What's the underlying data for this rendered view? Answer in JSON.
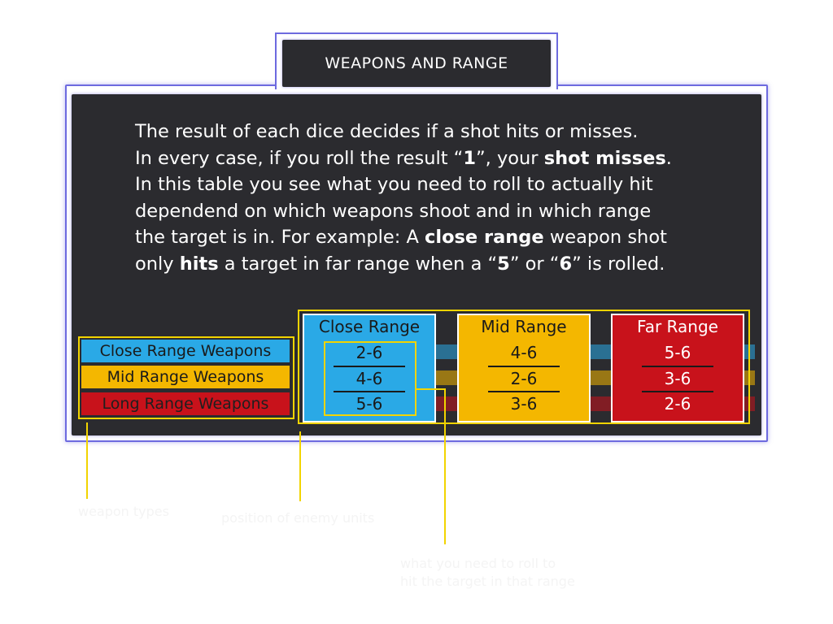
{
  "header": {
    "title": "WEAPONS AND RANGE"
  },
  "intro": {
    "line1": "The result of each dice decides if a shot hits or misses.",
    "line2_a": "In every case, if you roll the result “",
    "line2_b": "1",
    "line2_c": "”, your ",
    "line2_d": "shot misses",
    "line2_e": ".",
    "line3": "In this table you see what you need to roll to actually hit",
    "line4": "dependend on which weapons shoot and in which range",
    "line5_a": "the target is in. For example: A ",
    "line5_b": "close range",
    "line5_c": " weapon shot",
    "line6_a": "only ",
    "line6_b": "hits",
    "line6_c": " a target in far range when a “",
    "line6_d": "5",
    "line6_e": "” or “",
    "line6_f": "6",
    "line6_g": "” is rolled."
  },
  "legend": {
    "close": "Close Range Weapons",
    "mid": "Mid Range Weapons",
    "long": "Long Range Weapons"
  },
  "table": {
    "columns": [
      {
        "name": "Close Range",
        "values": [
          "2-6",
          "4-6",
          "5-6"
        ]
      },
      {
        "name": "Mid Range",
        "values": [
          "4-6",
          "2-6",
          "3-6"
        ]
      },
      {
        "name": "Far Range",
        "values": [
          "5-6",
          "3-6",
          "2-6"
        ]
      }
    ]
  },
  "callouts": {
    "weapon_types": "weapon types",
    "enemy_units": "position of enemy units",
    "roll_line1": "what you need to roll to",
    "roll_line2": "hit the target in that range"
  },
  "colors": {
    "panel": "#2b2b2f",
    "accent_yellow": "#f2d400",
    "close_blue": "#2aa9e6",
    "mid_yellow": "#f4b700",
    "far_red": "#c8121b",
    "frame_purple": "#6d6adf"
  }
}
